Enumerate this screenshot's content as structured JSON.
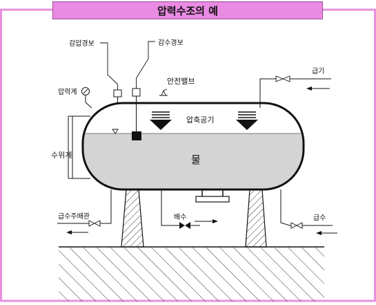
{
  "title": "압력수조의 예",
  "labels": {
    "pressure_low_alarm": "감압경보",
    "water_low_alarm": "감수경보",
    "safety_valve": "안전밸브",
    "pressure_gauge": "압력계",
    "water_level_gauge": "수위계",
    "compressed_air": "압축공기",
    "water": "물",
    "supply_inlet": "급기",
    "supply_main_pipe": "급수주배관",
    "drain": "배수",
    "water_supply": "급수"
  },
  "colors": {
    "frame_border": "#e890e0",
    "banner_fill": "#e98ae3",
    "water_fill": "#d4d4d4",
    "line": "#111111"
  }
}
